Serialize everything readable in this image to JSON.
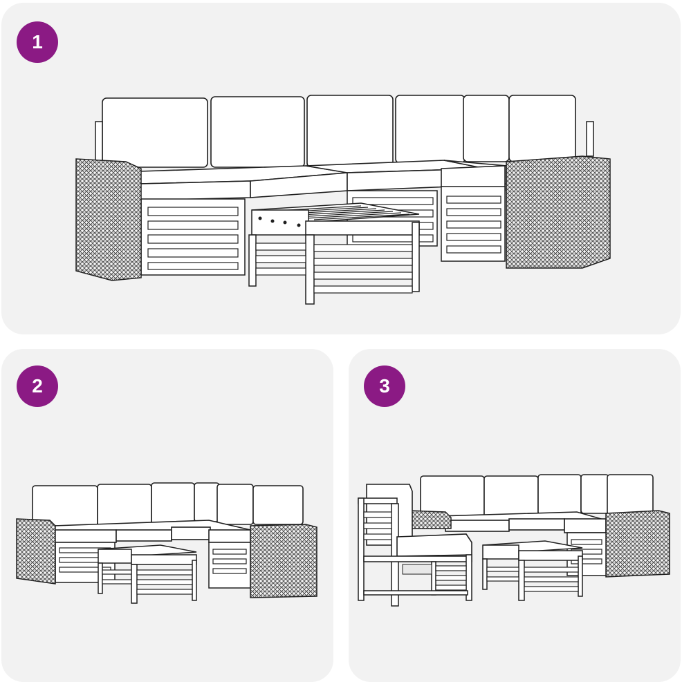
{
  "colors": {
    "badge": "#8b1a84",
    "panel_background": "#f2f2f2",
    "line": "#1f1f1f"
  },
  "panels": [
    {
      "number": "1",
      "content": "garden-lounge-set-corner-view-icon"
    },
    {
      "number": "2",
      "content": "garden-lounge-set-smaller-view-icon"
    },
    {
      "number": "3",
      "content": "garden-lounge-set-with-detached-chair-icon"
    }
  ]
}
